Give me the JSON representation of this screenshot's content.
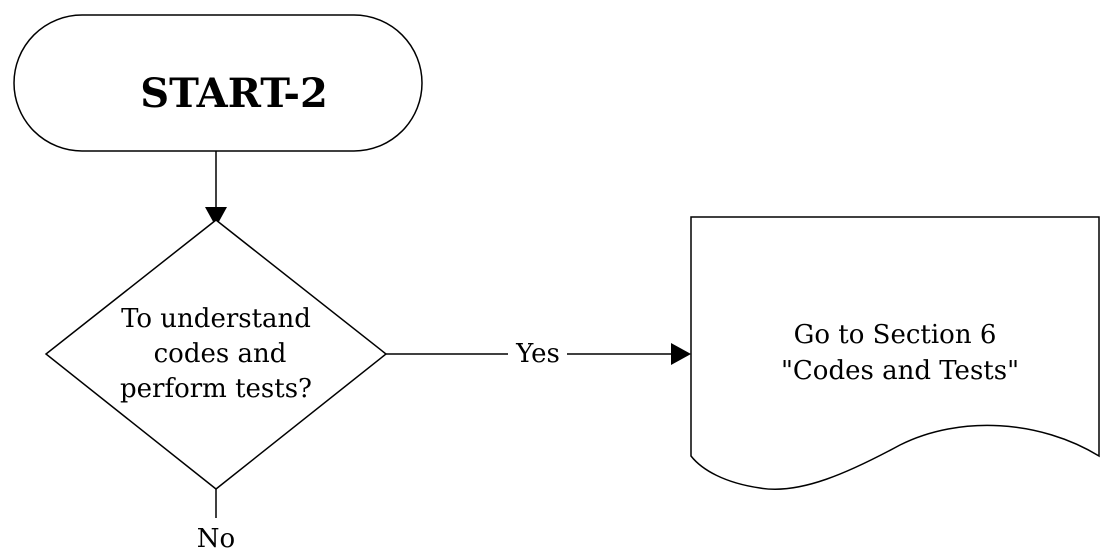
{
  "start": {
    "label": "START-2"
  },
  "decision": {
    "line1": "To understand",
    "line2": "codes and",
    "line3": "perform tests?"
  },
  "edges": {
    "yes_label": "Yes",
    "no_label": "No"
  },
  "document": {
    "line1": "Go to Section 6",
    "line2": "\"Codes and Tests\""
  },
  "colors": {
    "stroke": "#000000",
    "fill": "#ffffff"
  }
}
